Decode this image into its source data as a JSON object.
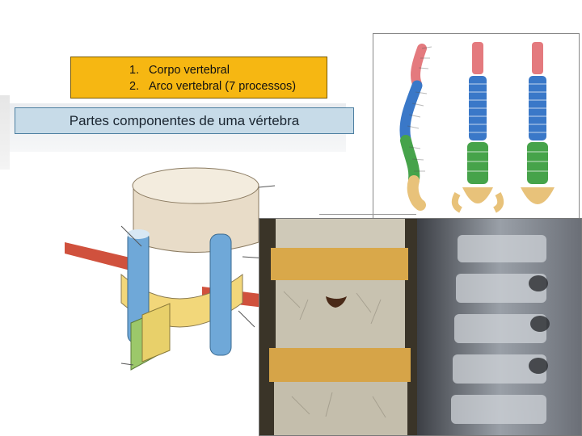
{
  "list": {
    "items": [
      {
        "num": "1.",
        "text": "Corpo vertebral"
      },
      {
        "num": "2.",
        "text": "Arco vertebral (7 processos)"
      }
    ]
  },
  "title": "Partes componentes de uma vértebra",
  "colors": {
    "list_box_bg": "#f6b712",
    "title_box_bg": "#c7dbe8",
    "cervical": "#e47a7e",
    "thoracic": "#3a78c8",
    "lumbar": "#46a34a",
    "sacrum": "#e8c27a"
  },
  "images": {
    "spine": "spine-columns-illustration",
    "vertebra": "vertebra-diagram",
    "section": "vertebra-section-photo",
    "xray": "spine-xray"
  }
}
